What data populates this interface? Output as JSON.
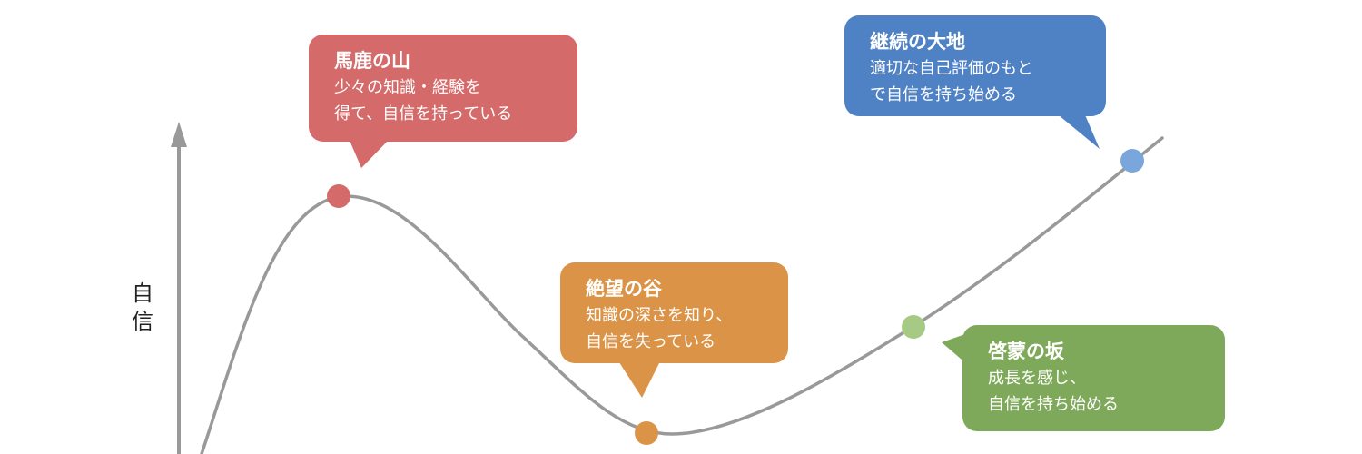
{
  "axis": {
    "y_label_chars": [
      "自",
      "信"
    ]
  },
  "colors": {
    "curve": "#999999",
    "axis": "#999999",
    "peak": "#d46a69",
    "valley": "#db9447",
    "slope": "#7fa95a",
    "plateau": "#4f81c5",
    "slope_dot": "#a6ca83",
    "plateau_dot": "#7aa6dc"
  },
  "callouts": {
    "peak": {
      "title": "馬鹿の山",
      "lines": [
        "少々の知識・経験を",
        "得て、自信を持っている"
      ]
    },
    "valley": {
      "title": "絶望の谷",
      "lines": [
        "知識の深さを知り、",
        "自信を失っている"
      ]
    },
    "slope": {
      "title": "啓蒙の坂",
      "lines": [
        "成長を感じ、",
        "自信を持ち始める"
      ]
    },
    "plateau": {
      "title": "継続の大地",
      "lines": [
        "適切な自己評価のもと",
        "で自信を持ち始める"
      ]
    }
  }
}
